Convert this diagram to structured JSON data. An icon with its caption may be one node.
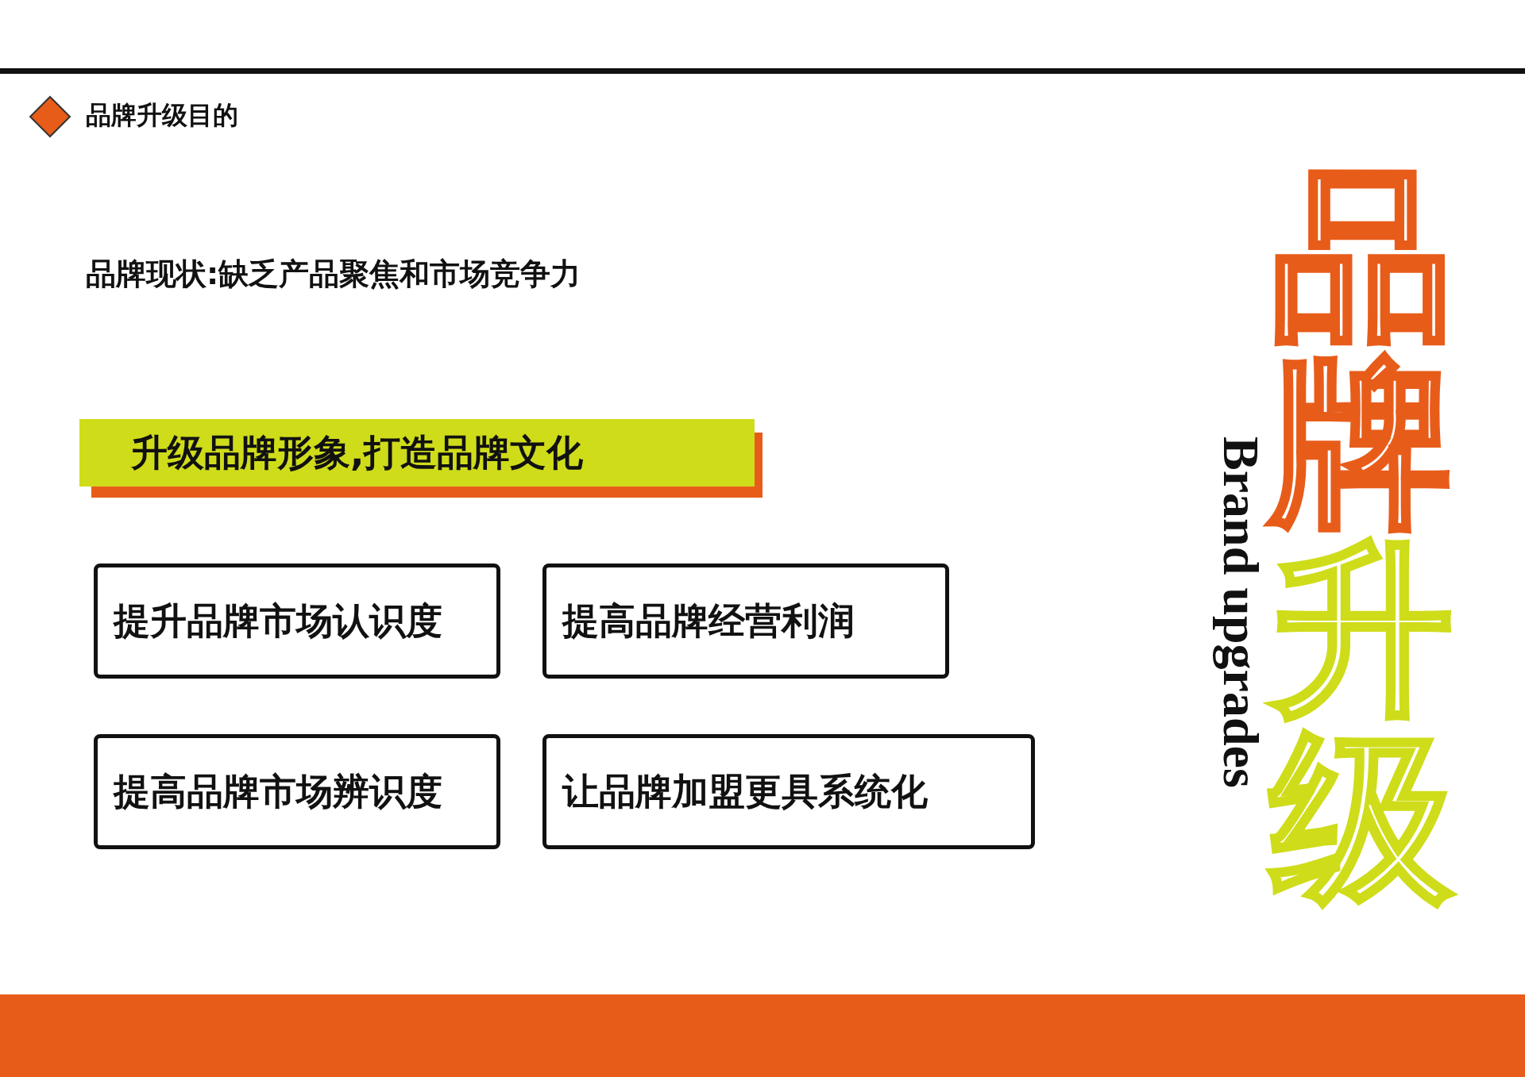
{
  "diagram": {
    "title": "品牌升级目的",
    "nodes": [
      {
        "text": [
          "升级品牌形象,打造品牌文化"
        ]
      },
      {
        "text": [
          "提升品牌市场认识度"
        ]
      },
      {
        "text": [
          "提高品牌经营利润"
        ]
      },
      {
        "text": [
          "提高品牌市场辨识度"
        ]
      },
      {
        "text": [
          "让品牌加盟更具系统化"
        ]
      }
    ],
    "labels": [
      "品牌现状:缺乏产品聚焦和市场竞争力",
      "品牌升级",
      "Brand upgrades"
    ]
  }
}
